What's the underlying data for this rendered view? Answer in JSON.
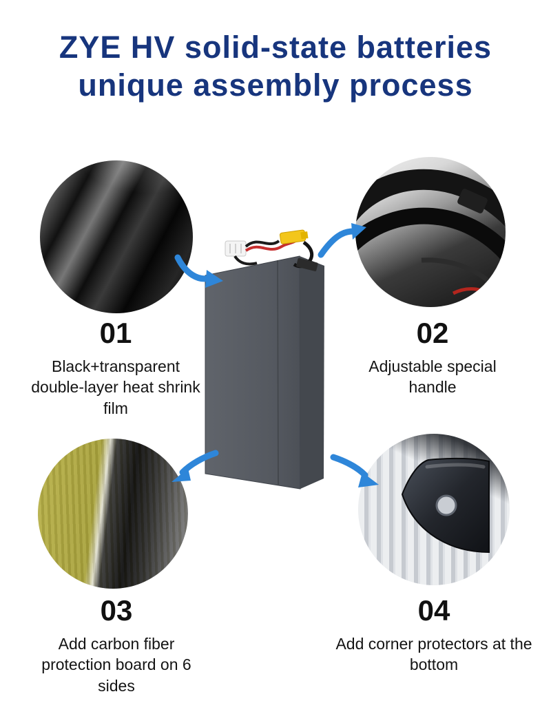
{
  "title": {
    "line1": "ZYE HV solid-state batteries",
    "line2": "unique assembly process"
  },
  "steps": [
    {
      "number": "01",
      "label": "Black+transparent double-layer heat shrink film",
      "photo_alt": "heat-shrink-film-photo"
    },
    {
      "number": "02",
      "label": "Adjustable special handle",
      "photo_alt": "adjustable-handle-photo"
    },
    {
      "number": "03",
      "label": "Add carbon fiber protection board on 6 sides",
      "photo_alt": "carbon-fiber-board-photo"
    },
    {
      "number": "04",
      "label": "Add corner protectors at the bottom",
      "photo_alt": "corner-protector-photo"
    }
  ],
  "product": {
    "name": "battery pack"
  },
  "colors": {
    "title": "#17357d",
    "arrow": "#2e86d9",
    "number": "#111111",
    "body_text": "#141414",
    "background": "#ffffff"
  }
}
